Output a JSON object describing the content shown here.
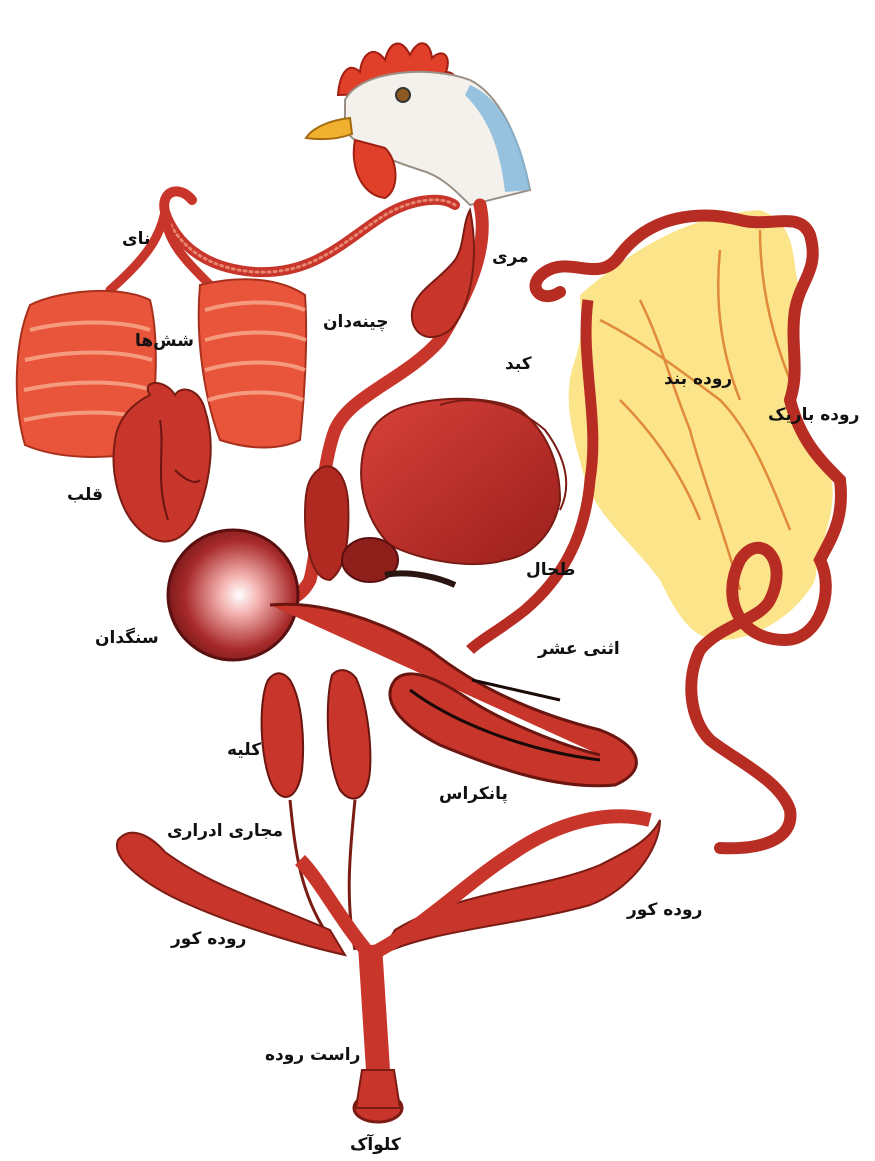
{
  "labels": {
    "trachea": "نای",
    "lungs": "شش‌ها",
    "heart": "قلب",
    "esophagus": "مری",
    "crop": "چینه‌دان",
    "liver": "کبد",
    "mesentery": "روده بند",
    "small_intestine": "روده باریک",
    "spleen": "طحال",
    "gizzard": "سنگدان",
    "duodenum": "اثنی عشر",
    "kidney": "کلیه",
    "pancreas": "پانکراس",
    "ureter": "مجاری ادراری",
    "cecum_left": "روده کور",
    "cecum_right": "روده کور",
    "rectum": "راست روده",
    "cloaca": "کلوآک"
  },
  "colors": {
    "organ_red": "#c8352a",
    "organ_dark": "#8f1f1a",
    "lung_orange": "#e8553a",
    "mesentery_yellow": "#fbe48a",
    "comb_red": "#e0402a",
    "beak_yellow": "#f0b030",
    "neck_blue": "#7fb6dc"
  }
}
